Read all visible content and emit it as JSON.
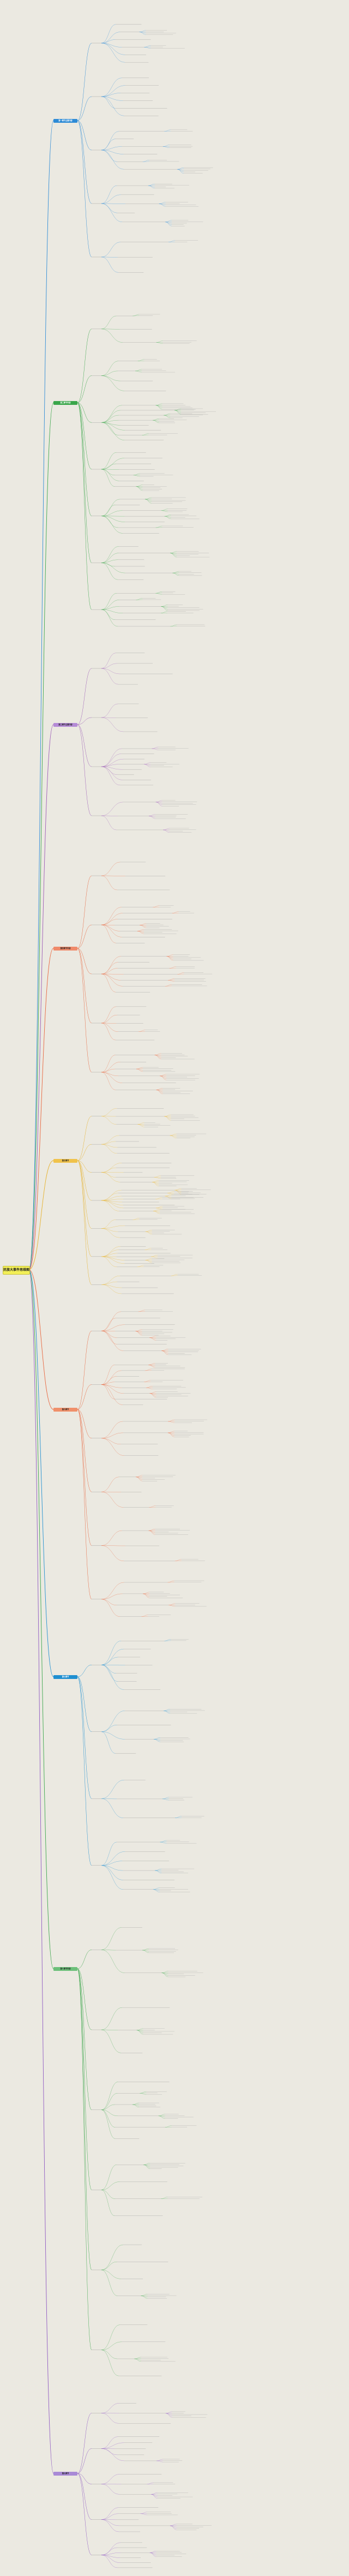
{
  "colors": {
    "background": "#ebe9e1",
    "root_fill": "#f3ef57",
    "branch_colors": [
      "#2d8bd6",
      "#3aa64a",
      "#9b59b6",
      "#e8643c",
      "#e6b12a",
      "#e8643c",
      "#1f8fd1",
      "#3aa64a",
      "#8e57c2"
    ]
  },
  "root": {
    "label": "民族大事件思维图"
  },
  "categories": [
    {
      "id": "c1",
      "label": "第一章节主要内容"
    },
    {
      "id": "c2",
      "label": "第二章节内容"
    },
    {
      "id": "c3",
      "label": "第三章节主要内容"
    },
    {
      "id": "c4",
      "label": "第四章节内容"
    },
    {
      "id": "c5",
      "label": "第五章节"
    },
    {
      "id": "c6",
      "label": "第六章节"
    },
    {
      "id": "c7",
      "label": "第七章节"
    },
    {
      "id": "c8",
      "label": "第八章节内容"
    },
    {
      "id": "c9",
      "label": "第九章节"
    }
  ]
}
